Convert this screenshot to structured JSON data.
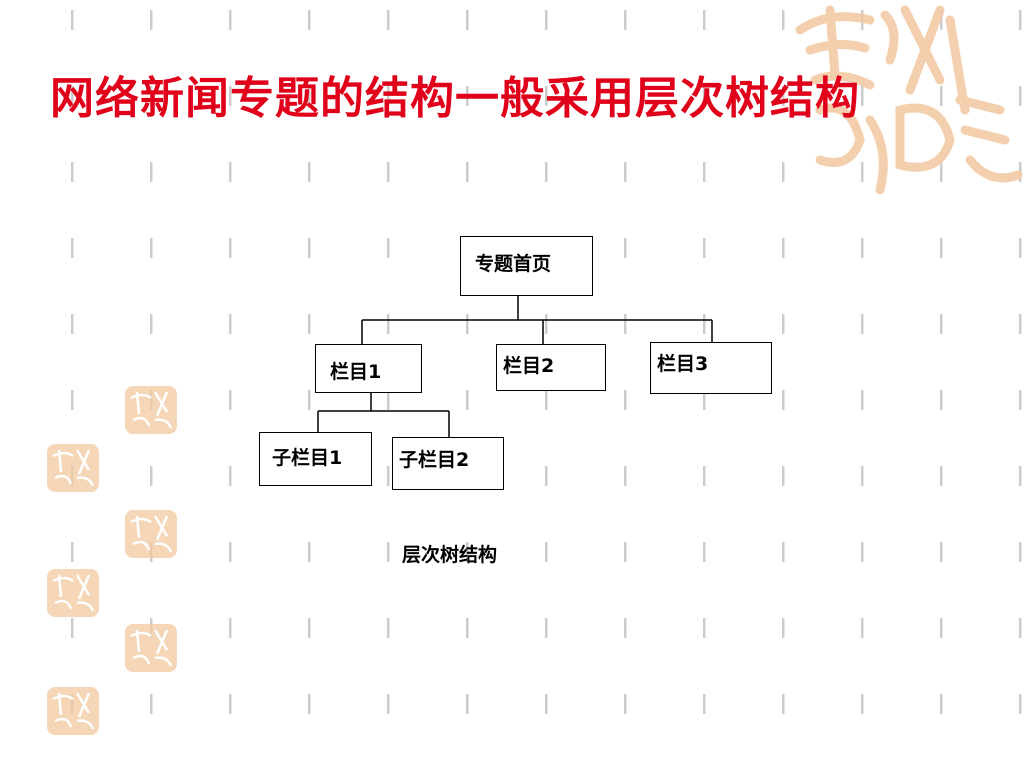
{
  "slide": {
    "title": "网络新闻专题的结构一般采用层次树结构"
  },
  "diagram": {
    "root": "专题首页",
    "level1": [
      "栏目1",
      "栏目2",
      "栏目3"
    ],
    "level2": [
      "子栏目1",
      "子栏目2"
    ],
    "caption": "层次树结构"
  },
  "colors": {
    "title": "#e0001a",
    "seal": "#f2c9a0",
    "dash": "#c8c8c8"
  },
  "decorations": {
    "seal_icon": "auspicious-seal-icon"
  }
}
